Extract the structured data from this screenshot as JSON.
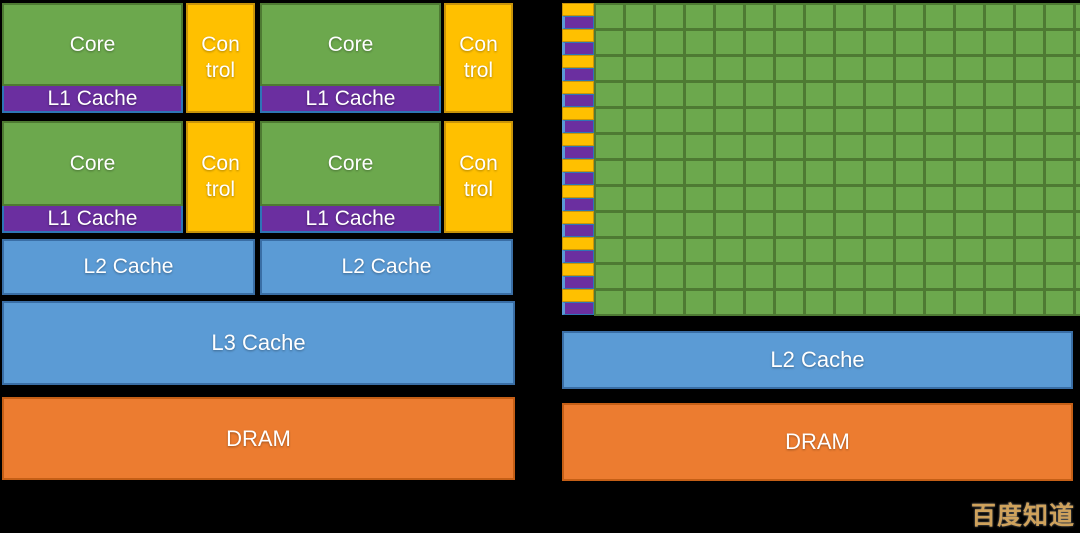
{
  "colors": {
    "bg": "#000000",
    "text": "#ffffff",
    "green": "#6ca84d",
    "greenBorder": "#4e7a33",
    "purple": "#6b2fa0",
    "purpleBorder": "#2e75b6",
    "stripBlue": "#5b9bd5",
    "gold": "#ffc000",
    "goldBorder": "#c9940a",
    "blue": "#5b9bd5",
    "blueBorder": "#3a6ea5",
    "orange": "#ec7c30",
    "orangeBorder": "#c55f16",
    "watermark": "#cfa25c"
  },
  "cpu": {
    "core_label": "Core",
    "l1_label": "L1 Cache",
    "control_label": "Con trol",
    "l2_label": "L2 Cache",
    "l3_label": "L3 Cache",
    "dram_label": "DRAM",
    "core_cluster_count": 4
  },
  "gpu": {
    "grid": {
      "rows": 12,
      "cols": 17,
      "strip_pairs": 12
    },
    "l2_label": "L2 Cache",
    "dram_label": "DRAM"
  },
  "watermark": {
    "text": "百度知道"
  }
}
